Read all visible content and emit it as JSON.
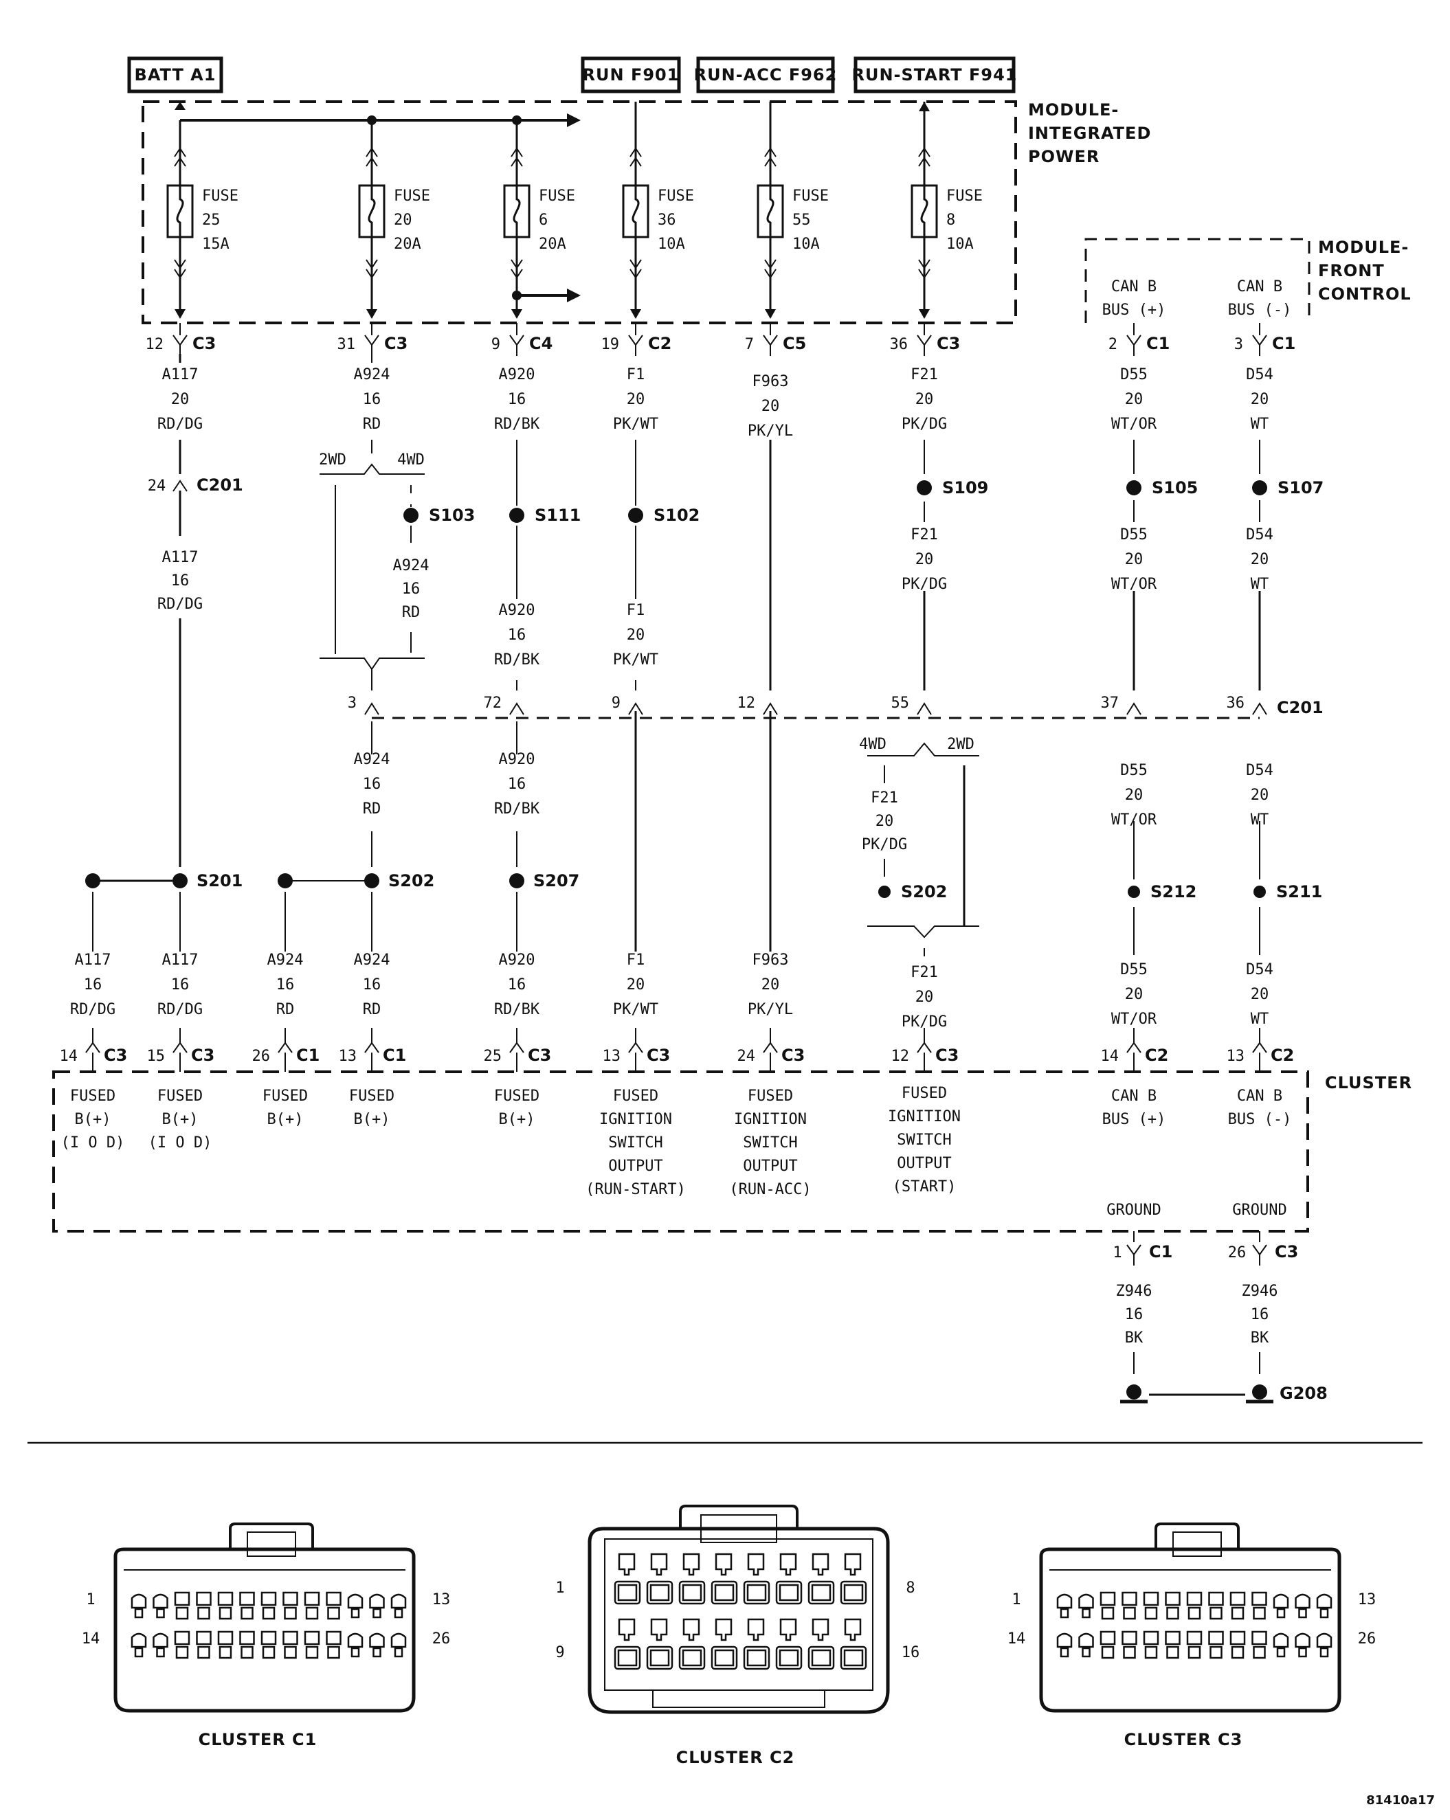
{
  "sources": [
    "BATT A1",
    "RUN F901",
    "RUN-ACC F962",
    "RUN-START F941"
  ],
  "modules": {
    "mip": [
      "MODULE-",
      "INTEGRATED",
      "POWER"
    ],
    "mfc": [
      "MODULE-",
      "FRONT",
      "CONTROL"
    ],
    "cluster": "CLUSTER"
  },
  "fuses": [
    {
      "word": "FUSE",
      "num": "25",
      "amp": "15A"
    },
    {
      "word": "FUSE",
      "num": "20",
      "amp": "20A"
    },
    {
      "word": "FUSE",
      "num": "6",
      "amp": "20A"
    },
    {
      "word": "FUSE",
      "num": "36",
      "amp": "10A"
    },
    {
      "word": "FUSE",
      "num": "55",
      "amp": "10A"
    },
    {
      "word": "FUSE",
      "num": "8",
      "amp": "10A"
    }
  ],
  "mfc_pins": [
    [
      "CAN B",
      "BUS (+)"
    ],
    [
      "CAN B",
      "BUS (-)"
    ]
  ],
  "top_connectors": [
    {
      "pin": "12",
      "conn": "C3"
    },
    {
      "pin": "31",
      "conn": "C3"
    },
    {
      "pin": "9",
      "conn": "C4"
    },
    {
      "pin": "19",
      "conn": "C2"
    },
    {
      "pin": "7",
      "conn": "C5"
    },
    {
      "pin": "36",
      "conn": "C3"
    },
    {
      "pin": "2",
      "conn": "C1"
    },
    {
      "pin": "3",
      "conn": "C1"
    }
  ],
  "wires_upper": [
    [
      "A117",
      "20",
      "RD/DG"
    ],
    [
      "A924",
      "16",
      "RD"
    ],
    [
      "A920",
      "16",
      "RD/BK"
    ],
    [
      "F1",
      "20",
      "PK/WT"
    ],
    [
      "F963",
      "20",
      "PK/YL"
    ],
    [
      "F21",
      "20",
      "PK/DG"
    ],
    [
      "D55",
      "20",
      "WT/OR"
    ],
    [
      "D54",
      "20",
      "WT"
    ]
  ],
  "c201_top": {
    "pin": "24",
    "conn": "C201"
  },
  "a117_16": [
    "A117",
    "16",
    "RD/DG"
  ],
  "wd_labels": {
    "two": "2WD",
    "four": "4WD"
  },
  "splices_top": [
    "S103",
    "S111",
    "S102",
    "S109",
    "S105",
    "S107"
  ],
  "a924_4wd": [
    "A924",
    "16",
    "RD"
  ],
  "wires_mid": [
    [
      "A920",
      "16",
      "RD/BK"
    ],
    [
      "F1",
      "20",
      "PK/WT"
    ],
    [
      "F21",
      "20",
      "PK/DG"
    ],
    [
      "D55",
      "20",
      "WT/OR"
    ],
    [
      "D54",
      "20",
      "WT"
    ]
  ],
  "c201_row": {
    "pins": [
      "3",
      "72",
      "9",
      "12",
      "55",
      "37",
      "36"
    ],
    "conn": "C201"
  },
  "wires_below_c201": [
    [
      "A924",
      "16",
      "RD"
    ],
    [
      "A920",
      "16",
      "RD/BK"
    ],
    [
      "D55",
      "20",
      "WT/OR"
    ],
    [
      "D54",
      "20",
      "WT"
    ]
  ],
  "f21_4wd": [
    "F21",
    "20",
    "PK/DG"
  ],
  "splices_bottom": [
    "S201",
    "S202",
    "S207",
    "S202",
    "S212",
    "S211"
  ],
  "wires_lower": [
    [
      "A117",
      "16",
      "RD/DG"
    ],
    [
      "A117",
      "16",
      "RD/DG"
    ],
    [
      "A924",
      "16",
      "RD"
    ],
    [
      "A924",
      "16",
      "RD"
    ],
    [
      "A920",
      "16",
      "RD/BK"
    ],
    [
      "F1",
      "20",
      "PK/WT"
    ],
    [
      "F963",
      "20",
      "PK/YL"
    ],
    [
      "F21",
      "20",
      "PK/DG"
    ],
    [
      "D55",
      "20",
      "WT/OR"
    ],
    [
      "D54",
      "20",
      "WT"
    ]
  ],
  "cluster_connectors": [
    {
      "pin": "14",
      "conn": "C3"
    },
    {
      "pin": "15",
      "conn": "C3"
    },
    {
      "pin": "26",
      "conn": "C1"
    },
    {
      "pin": "13",
      "conn": "C1"
    },
    {
      "pin": "25",
      "conn": "C3"
    },
    {
      "pin": "13",
      "conn": "C3"
    },
    {
      "pin": "24",
      "conn": "C3"
    },
    {
      "pin": "12",
      "conn": "C3"
    },
    {
      "pin": "14",
      "conn": "C2"
    },
    {
      "pin": "13",
      "conn": "C2"
    }
  ],
  "cluster_pins": [
    [
      "FUSED",
      "B(+)",
      "(I O D)"
    ],
    [
      "FUSED",
      "B(+)",
      "(I O D)"
    ],
    [
      "FUSED",
      "B(+)"
    ],
    [
      "FUSED",
      "B(+)"
    ],
    [
      "FUSED",
      "B(+)"
    ],
    [
      "FUSED",
      "IGNITION",
      "SWITCH",
      "OUTPUT",
      "(RUN-START)"
    ],
    [
      "FUSED",
      "IGNITION",
      "SWITCH",
      "OUTPUT",
      "(RUN-ACC)"
    ],
    [
      "FUSED",
      "IGNITION",
      "SWITCH",
      "OUTPUT",
      "(START)"
    ],
    [
      "CAN B",
      "BUS (+)"
    ],
    [
      "CAN B",
      "BUS (-)"
    ]
  ],
  "grounds": [
    {
      "label": "GROUND",
      "pin": "1",
      "conn": "C1",
      "wire": [
        "Z946",
        "16",
        "BK"
      ]
    },
    {
      "label": "GROUND",
      "pin": "26",
      "conn": "C3",
      "wire": [
        "Z946",
        "16",
        "BK"
      ]
    }
  ],
  "ground_point": "G208",
  "connector_views": [
    {
      "title": "CLUSTER C1",
      "pins": [
        "1",
        "13",
        "14",
        "26"
      ]
    },
    {
      "title": "CLUSTER C2",
      "pins": [
        "1",
        "8",
        "9",
        "16"
      ]
    },
    {
      "title": "CLUSTER C3",
      "pins": [
        "1",
        "13",
        "14",
        "26"
      ]
    }
  ],
  "figure_code": "81410a17"
}
